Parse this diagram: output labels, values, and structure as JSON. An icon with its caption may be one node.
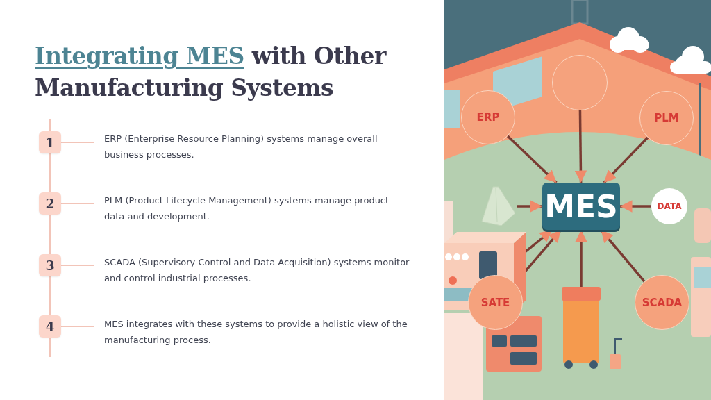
{
  "diagram": {
    "title": "**Integrating MES** with Other Manufacturing Systems",
    "nodes": [
      {
        "text": [
          "1"
        ]
      },
      {
        "text": [
          "ERP (Enterprise Resource Planning) systems manage overall business processes."
        ]
      },
      {
        "text": [
          "2"
        ]
      },
      {
        "text": [
          "PLM (Product Lifecycle Management) systems manage product data and development."
        ]
      },
      {
        "text": [
          "3"
        ]
      },
      {
        "text": [
          "SCADA (Supervisory Control and Data Acquisition) systems monitor and control industrial processes."
        ]
      },
      {
        "text": [
          "4"
        ]
      },
      {
        "text": [
          "MES integrates with these systems to provide a holistic view of the manufacturing process."
        ]
      },
      {
        "text": [
          "MES"
        ]
      },
      {
        "text": [
          "ERP"
        ]
      },
      {
        "text": [],
        "shape": "circle"
      },
      {
        "text": [
          "PLM"
        ]
      },
      {
        "text": [
          "DATA"
        ]
      },
      {
        "text": [],
        "shape": "picture"
      },
      {
        "text": [],
        "shape": "picture"
      },
      {
        "text": [
          "SATE"
        ]
      },
      {
        "text": [],
        "shape": "box"
      },
      {
        "text": [
          "SCADA"
        ]
      }
    ],
    "edges": [
      {
        "from": 0,
        "to": 1,
        "arrow": "none",
        "color": "#f2c4b8"
      },
      {
        "from": 2,
        "to": 3,
        "arrow": "none",
        "color": "#f2c4b8"
      },
      {
        "from": 4,
        "to": 5,
        "arrow": "none",
        "color": "#f2c4b8"
      },
      {
        "from": 6,
        "to": 7,
        "arrow": "none",
        "color": "#f2c4b8"
      },
      {
        "from": 0,
        "to": 2,
        "arrow": "none",
        "color": "#f2c4b8"
      },
      {
        "from": 2,
        "to": 4,
        "arrow": "none",
        "color": "#f2c4b8"
      },
      {
        "from": 4,
        "to": 6,
        "arrow": "none",
        "color": "#f2c4b8"
      },
      {
        "from": 9,
        "to": 8,
        "arrow": "to"
      },
      {
        "from": 10,
        "to": 8,
        "arrow": "to"
      },
      {
        "from": 11,
        "to": 8,
        "arrow": "to"
      },
      {
        "from": 13,
        "to": 8,
        "arrow": "to"
      },
      {
        "from": 12,
        "to": 8,
        "arrow": "to"
      },
      {
        "from": 14,
        "to": 8,
        "arrow": "to"
      },
      {
        "from": 15,
        "to": 8,
        "arrow": "to"
      },
      {
        "from": 16,
        "to": 8,
        "arrow": "to"
      },
      {
        "from": 17,
        "to": 8,
        "arrow": "to"
      }
    ]
  }
}
